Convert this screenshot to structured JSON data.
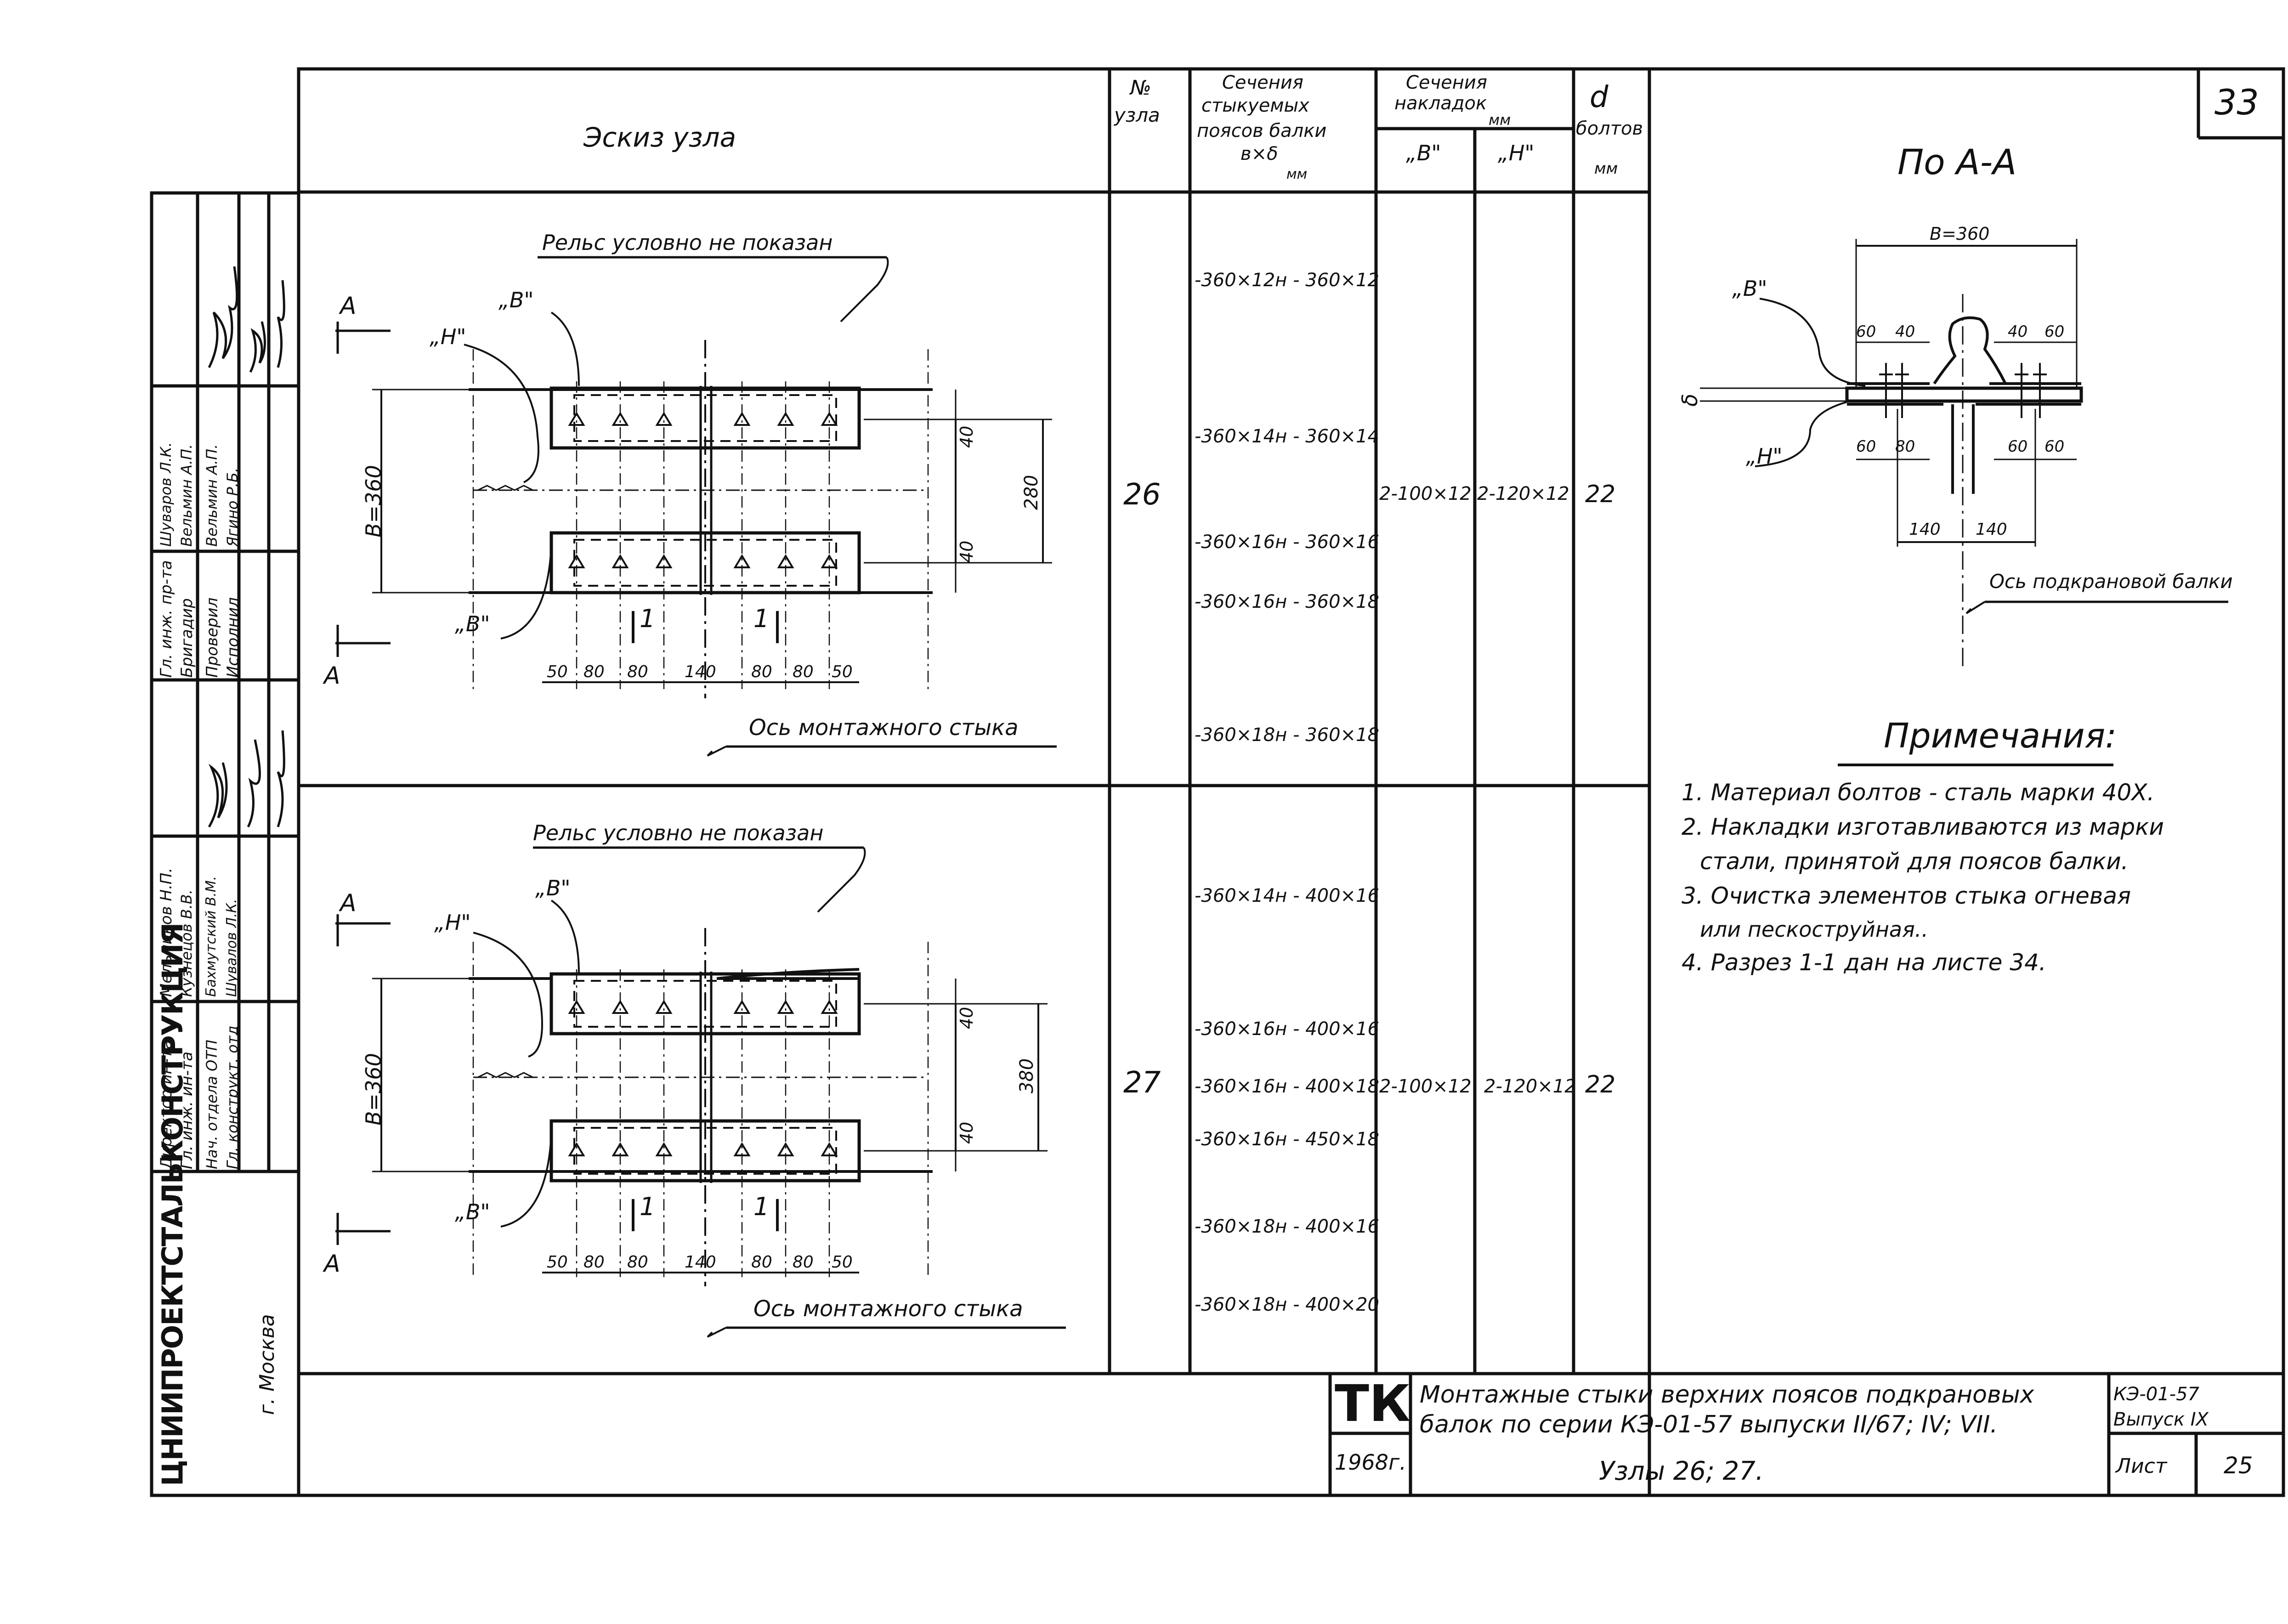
{
  "sheet": {
    "number": "33"
  },
  "table_header": {
    "sketch": "Эскиз узла",
    "node_no_1": "№",
    "node_no_2": "узла",
    "sections_1": "Сечения",
    "sections_2": "стыкуемых",
    "sections_3": "поясов балки",
    "sections_4": "в×δ",
    "sections_unit": "мм",
    "plates_1": "Сечения",
    "plates_2": "накладок",
    "plates_unit": "мм",
    "plates_b": "„В\"",
    "plates_n": "„Н\"",
    "d_1": "d",
    "d_2": "болтов",
    "d_unit": "мм"
  },
  "rows": [
    {
      "node": "26",
      "sections": [
        "-360×12н - 360×12",
        "-360×14н - 360×14",
        "-360×16н - 360×16",
        "-360×16н - 360×18",
        "-360×18н - 360×18"
      ],
      "plate_b": "2-100×12",
      "plate_n": "2-120×12",
      "d": "22"
    },
    {
      "node": "27",
      "sections": [
        "-360×14н - 400×16",
        "-360×16н - 400×16",
        "-360×16н - 400×18",
        "-360×16н - 450×18",
        "-360×18н - 400×16",
        "-360×18н - 400×20"
      ],
      "plate_b": "2-100×12",
      "plate_n": "2-120×12",
      "d": "22"
    }
  ],
  "sketch": {
    "rail_note": "Рельс условно не показан",
    "label_b": "„В\"",
    "label_n": "„Н\"",
    "label_a": "А",
    "width_label": "В=360",
    "dim_40": "40",
    "dim_280": "280",
    "dim_380": "380",
    "section_mark": "1",
    "dims": [
      "50",
      "80",
      "80",
      "140",
      "80",
      "80",
      "50"
    ],
    "axis_note": "Ось монтажного стыка"
  },
  "section_view": {
    "title": "По А-А",
    "width": "В=360",
    "dims_top": [
      "60",
      "40",
      "40",
      "60"
    ],
    "dims_bottom": [
      "60",
      "80",
      "60",
      "60"
    ],
    "dims_lower": [
      "140",
      "140"
    ],
    "delta": "δ",
    "label_b": "„В\"",
    "label_n": "„Н\"",
    "axis_note": "Ось подкрановой балки"
  },
  "notes": {
    "title": "Примечания:",
    "items": [
      "1. Материал болтов - сталь марки 40Х.",
      "2. Накладки изготавливаются из марки",
      "стали, принятой для поясов балки.",
      "3. Очистка элементов стыка огневая",
      "или пескоструйная..",
      "4. Разрез 1-1 дан на листе 34."
    ]
  },
  "stamp": {
    "org": "ЦНИИПРОЕКТСТАЛЬКОНСТРУКЦИЯ",
    "city": "г. Москва",
    "roles": [
      "Директор ин-та",
      "Гл. инж. ин-та",
      "Нач. отдела ОТП",
      "Гл. конструкт. отд",
      "Гл. инж. пр-та",
      "Бригадир",
      "Проверил",
      "Исполнил"
    ],
    "names": [
      "Мельников Н.П.",
      "Кузнецов В.В.",
      "Бахмутский В.М.",
      "Шувалов Л.К.",
      "Шуваров Л.К.",
      "Вельмин А.П.",
      "Вельмин А.П.",
      "Ягино Р.Б."
    ]
  },
  "title_block": {
    "tk": "ТК",
    "year": "1968г.",
    "title_1": "Монтажные стыки верхних поясов подкрановых",
    "title_2": "балок по серии КЭ-01-57 выпуски II/67; IV; VII.",
    "title_3": "Узлы 26; 27.",
    "series": "КЭ-01-57",
    "issue": "Выпуск IX",
    "sheet_label": "Лист",
    "sheet_no": "25"
  }
}
